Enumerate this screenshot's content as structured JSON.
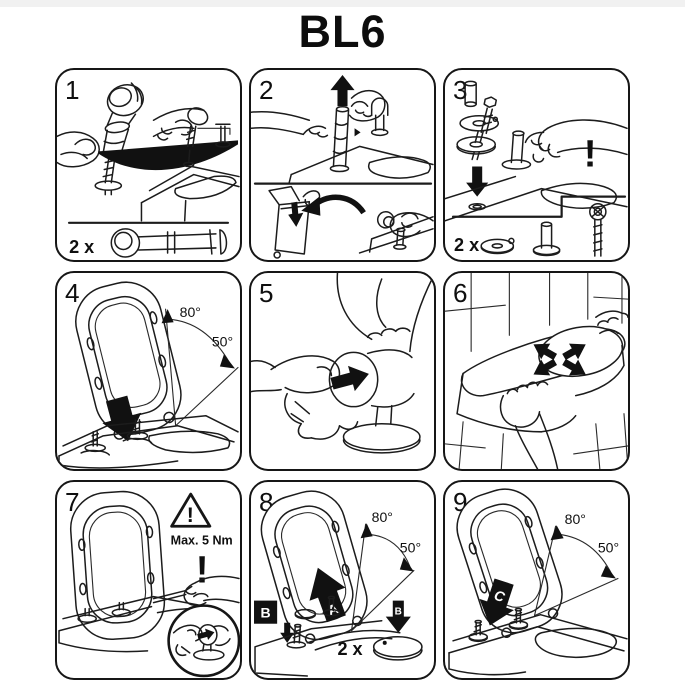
{
  "page": {
    "title": "BL6"
  },
  "panels": [
    {
      "number": "1",
      "qty": "2 x"
    },
    {
      "number": "2"
    },
    {
      "number": "3",
      "qty": "2 x",
      "excl": "!"
    },
    {
      "number": "4",
      "angle_upper": "80°",
      "angle_lower": "50°"
    },
    {
      "number": "5"
    },
    {
      "number": "6"
    },
    {
      "number": "7",
      "tri_excl": "!",
      "torque": "Max. 5 Nm",
      "excl": "!"
    },
    {
      "number": "8",
      "angle_upper": "80°",
      "angle_lower": "50°",
      "qty": "2 x",
      "label_a": "A",
      "label_b": "B",
      "label_b2": "B"
    },
    {
      "number": "9",
      "angle_upper": "80°",
      "angle_lower": "50°",
      "label_c": "C"
    }
  ]
}
